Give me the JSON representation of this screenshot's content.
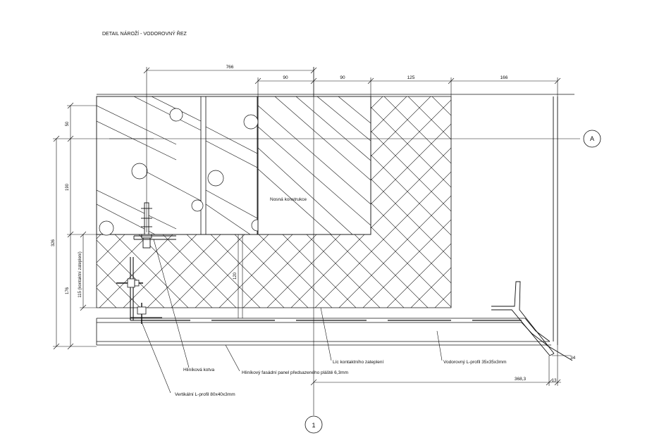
{
  "title": "DETAIL NÁROŽÍ - VODOROVNÝ ŘEZ",
  "dimensions": {
    "top_766": "766",
    "top_90a": "90",
    "top_90b": "90",
    "top_125": "125",
    "top_166": "166",
    "bottom_368": "368,3",
    "bottom_13": "13",
    "corner_34": "34",
    "left_50": "50",
    "left_190": "190",
    "left_326": "326",
    "left_176": "176",
    "left_115": "115 (kontaktní zateplení)",
    "inner_120": "120"
  },
  "grid_markers": {
    "axis_a": "A",
    "axis_1": "1"
  },
  "labels": {
    "nosna": "Nosná konstrukce",
    "kotva": "Hliníková kotva",
    "panel": "Hliníkový fasádní panel předsazeného pláště 6,3mm",
    "zatepleni": "Líc kontaktního zateplení",
    "vodorovny": "Vodorovný L-profil 35x35x3mm",
    "vertikalni": "Vertikální L-profil 80x40x3mm"
  },
  "colors": {
    "line": "#111111",
    "background": "#ffffff"
  }
}
